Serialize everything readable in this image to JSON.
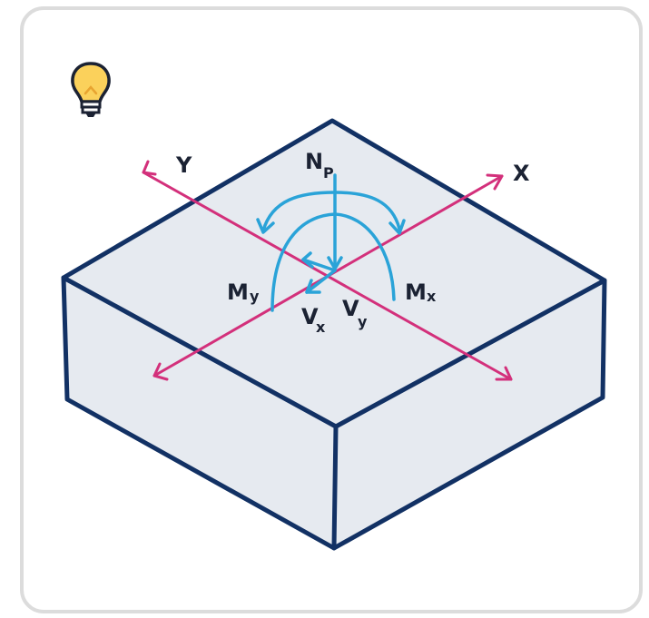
{
  "icons": {
    "hint": "lightbulb-icon"
  },
  "colors": {
    "slab_fill": "#e6eaf0",
    "slab_outline": "#123164",
    "axis": "#d3307b",
    "force": "#2aa3d8",
    "bulb": "#fbd15b"
  },
  "labels": {
    "axis_y": "Y",
    "axis_x": "X",
    "np_main": "N",
    "np_sub": "P",
    "my_main": "M",
    "my_sub": "y",
    "mx_main": "M",
    "mx_sub": "x",
    "vx_main": "V",
    "vx_sub": "x",
    "vy_main": "V",
    "vy_sub": "y"
  }
}
